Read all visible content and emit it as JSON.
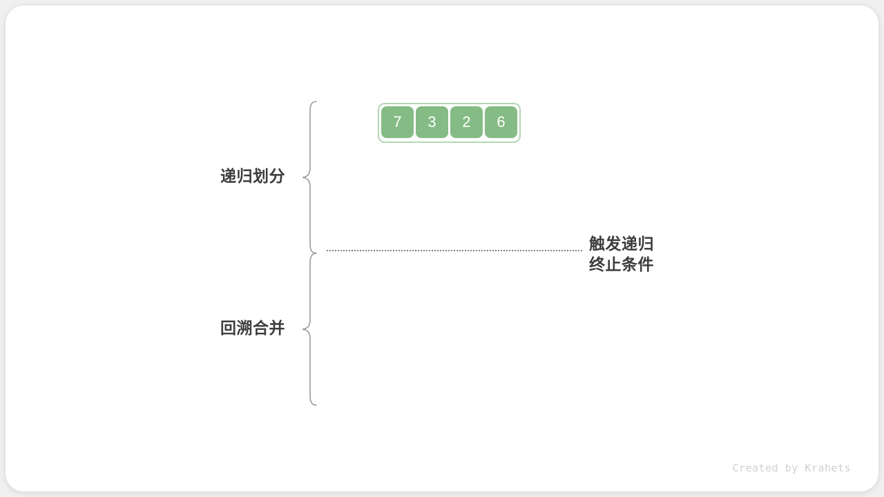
{
  "figure": {
    "background_color": "#ffffff",
    "page_background_color": "#f0f0f0"
  },
  "sections": [
    {
      "id": "divide",
      "label": "递归划分"
    },
    {
      "id": "merge",
      "label": "回溯合并"
    }
  ],
  "annotation": {
    "line1": "触发递归",
    "line2": "终止条件"
  },
  "array": {
    "cells": [
      {
        "value": "7"
      },
      {
        "value": "3"
      },
      {
        "value": "2"
      },
      {
        "value": "6"
      }
    ],
    "cell_fill_color": "#85bb85",
    "cell_text_color": "#ffffff",
    "outline_color": "#b4d6b4"
  },
  "divider": {
    "style": "dotted",
    "color": "#808080"
  },
  "watermark": {
    "text": "Created by Krahets",
    "color": "#d0d0d0"
  }
}
